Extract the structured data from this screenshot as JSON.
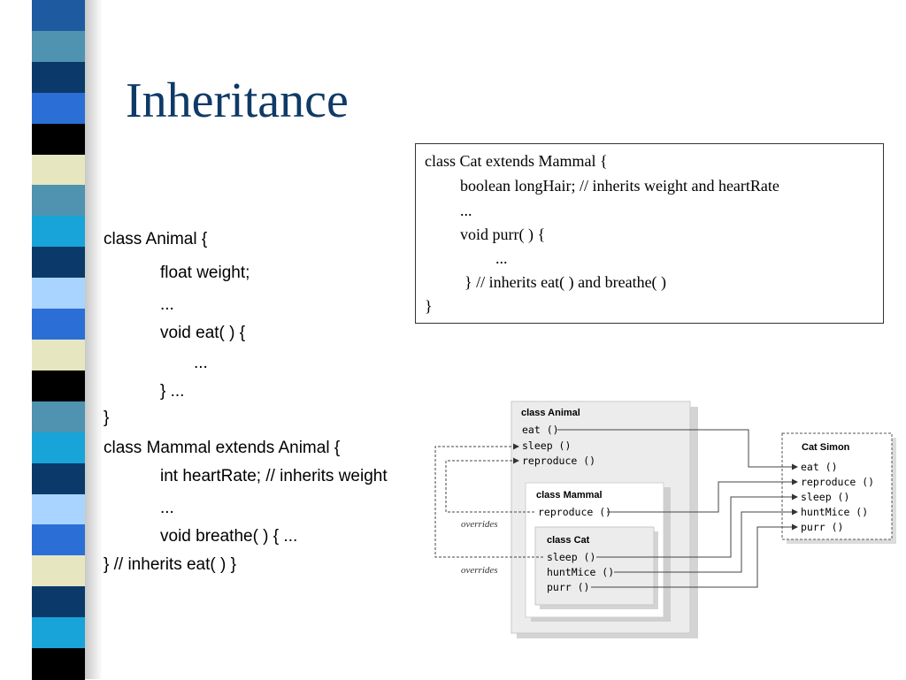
{
  "slide": {
    "title": "Inheritance",
    "stripe_colors": [
      "#1e5aa0",
      "#4f93b0",
      "#0b3a6a",
      "#2b6fd6",
      "#000000",
      "#e6e6c0",
      "#4f93b0",
      "#18a4d8",
      "#0b3a6a",
      "#a9d4ff",
      "#2b6fd6",
      "#e6e6c0",
      "#000000",
      "#4f93b0",
      "#18a4d8",
      "#0b3a6a",
      "#a9d4ff",
      "#2b6fd6",
      "#e6e6c0",
      "#0b3a6a",
      "#18a4d8",
      "#000000"
    ]
  },
  "left_code": [
    "class Animal {",
    "float weight;",
    "...",
    "void eat( ) {",
    "...",
    "} ...",
    "}",
    "class Mammal extends Animal {",
    "int heartRate; // inherits weight",
    "...",
    "void breathe( ) { ...",
    "} // inherits eat( ) }"
  ],
  "box_code": [
    "class Cat extends Mammal {",
    "boolean longHair; // inherits weight and heartRate",
    "...",
    "void purr( ) {",
    "...",
    "} // inherits eat( ) and breathe( )",
    "}"
  ],
  "diagram": {
    "animal": {
      "title": "class Animal",
      "methods": [
        "eat ()",
        "sleep ()",
        "reproduce ()"
      ]
    },
    "mammal": {
      "title": "class Mammal",
      "methods": [
        "reproduce ()"
      ]
    },
    "cat": {
      "title": "class Cat",
      "methods": [
        "sleep ()",
        "huntMice ()",
        "purr ()"
      ]
    },
    "simon": {
      "title": "Cat Simon",
      "methods": [
        "eat ()",
        "reproduce ()",
        "sleep ()",
        "huntMice ()",
        "purr ()"
      ]
    },
    "overrides_label": "overrides"
  }
}
